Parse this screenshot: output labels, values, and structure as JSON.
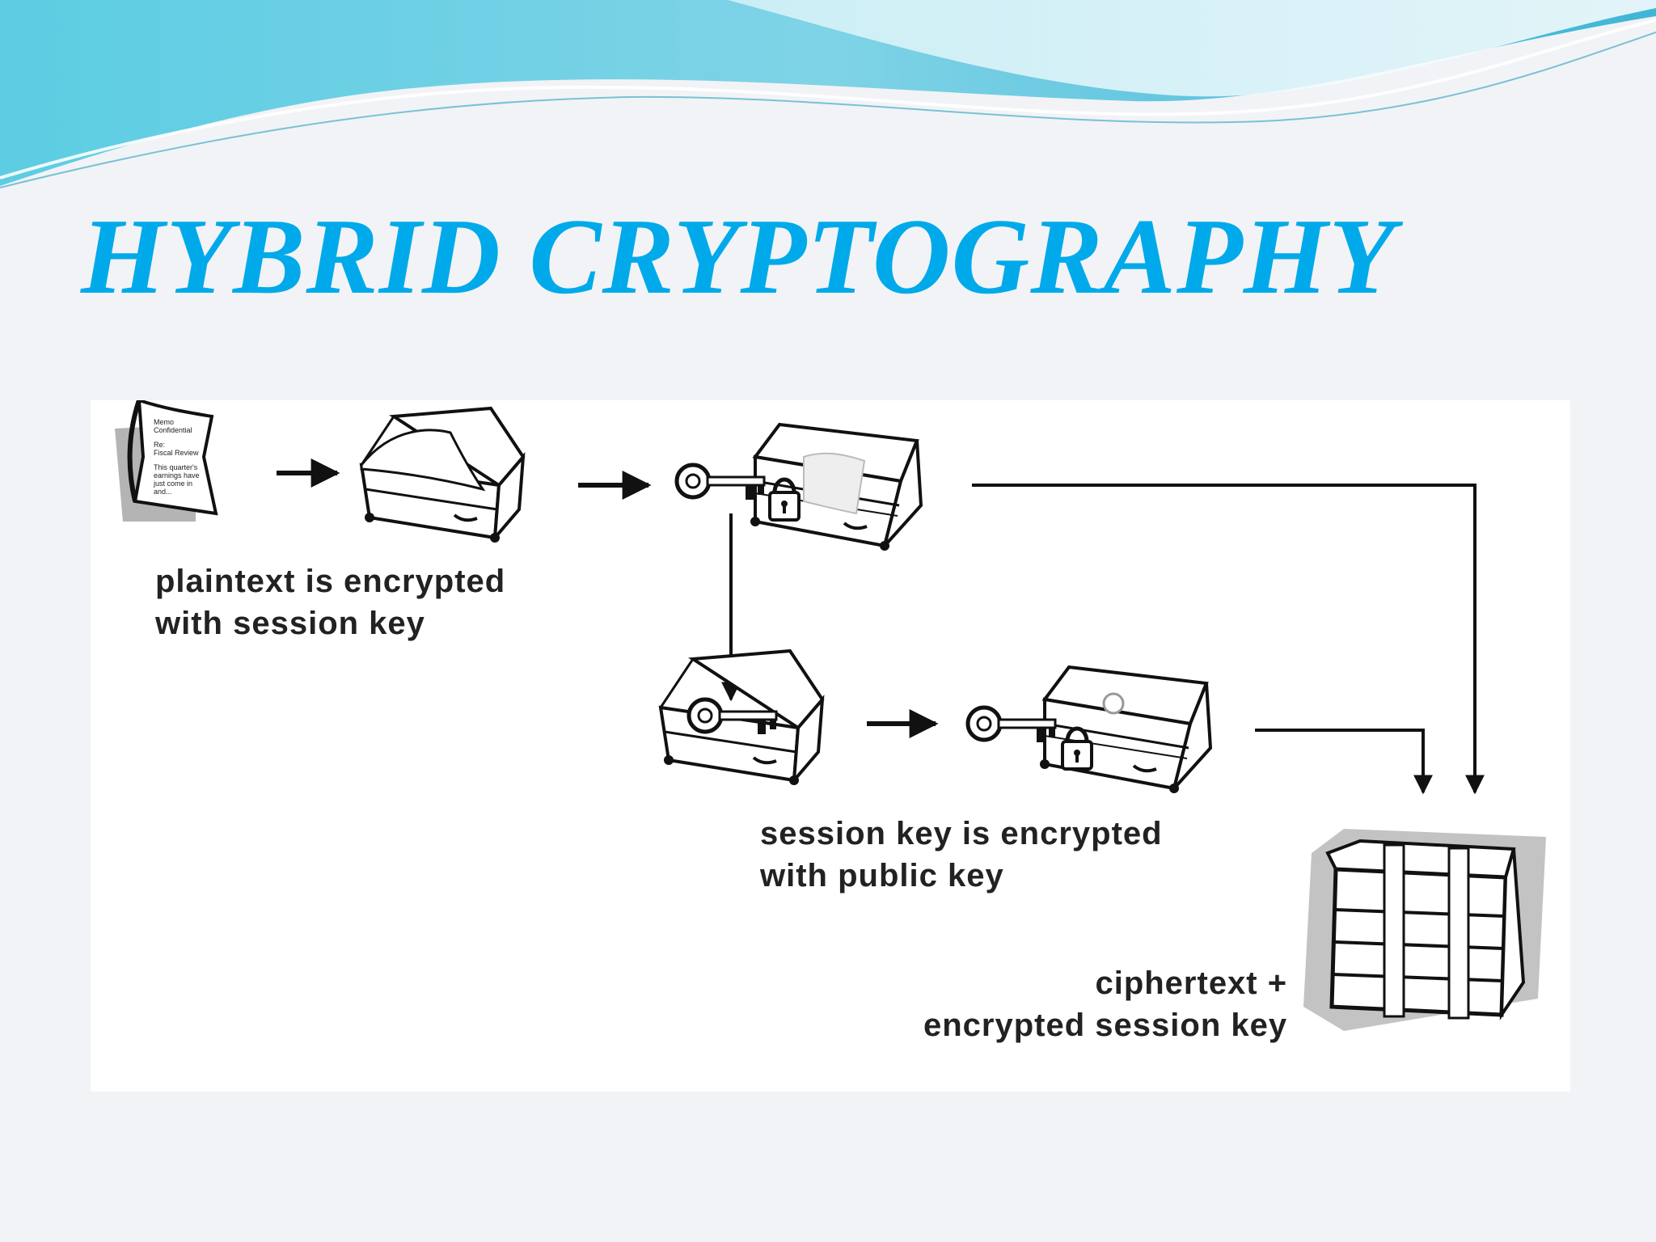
{
  "slide": {
    "title": "HYBRID CRYPTOGRAPHY"
  },
  "diagram": {
    "memo_lines": [
      "Memo",
      "Confidential",
      "Re:",
      "Fiscal Review",
      "This quarter's",
      "earnings have",
      "just come in",
      "and..."
    ],
    "step1_caption": [
      "plaintext is encrypted",
      "with session key"
    ],
    "step2_caption": [
      "session key is encrypted",
      "with public key"
    ],
    "result_caption": [
      "ciphertext +",
      "encrypted session key"
    ]
  },
  "colors": {
    "title": "#00aaea",
    "banner_light": "#bfe9f3",
    "banner_dark": "#4fc4dd",
    "background": "#f2f3f6",
    "ink": "#111111"
  }
}
